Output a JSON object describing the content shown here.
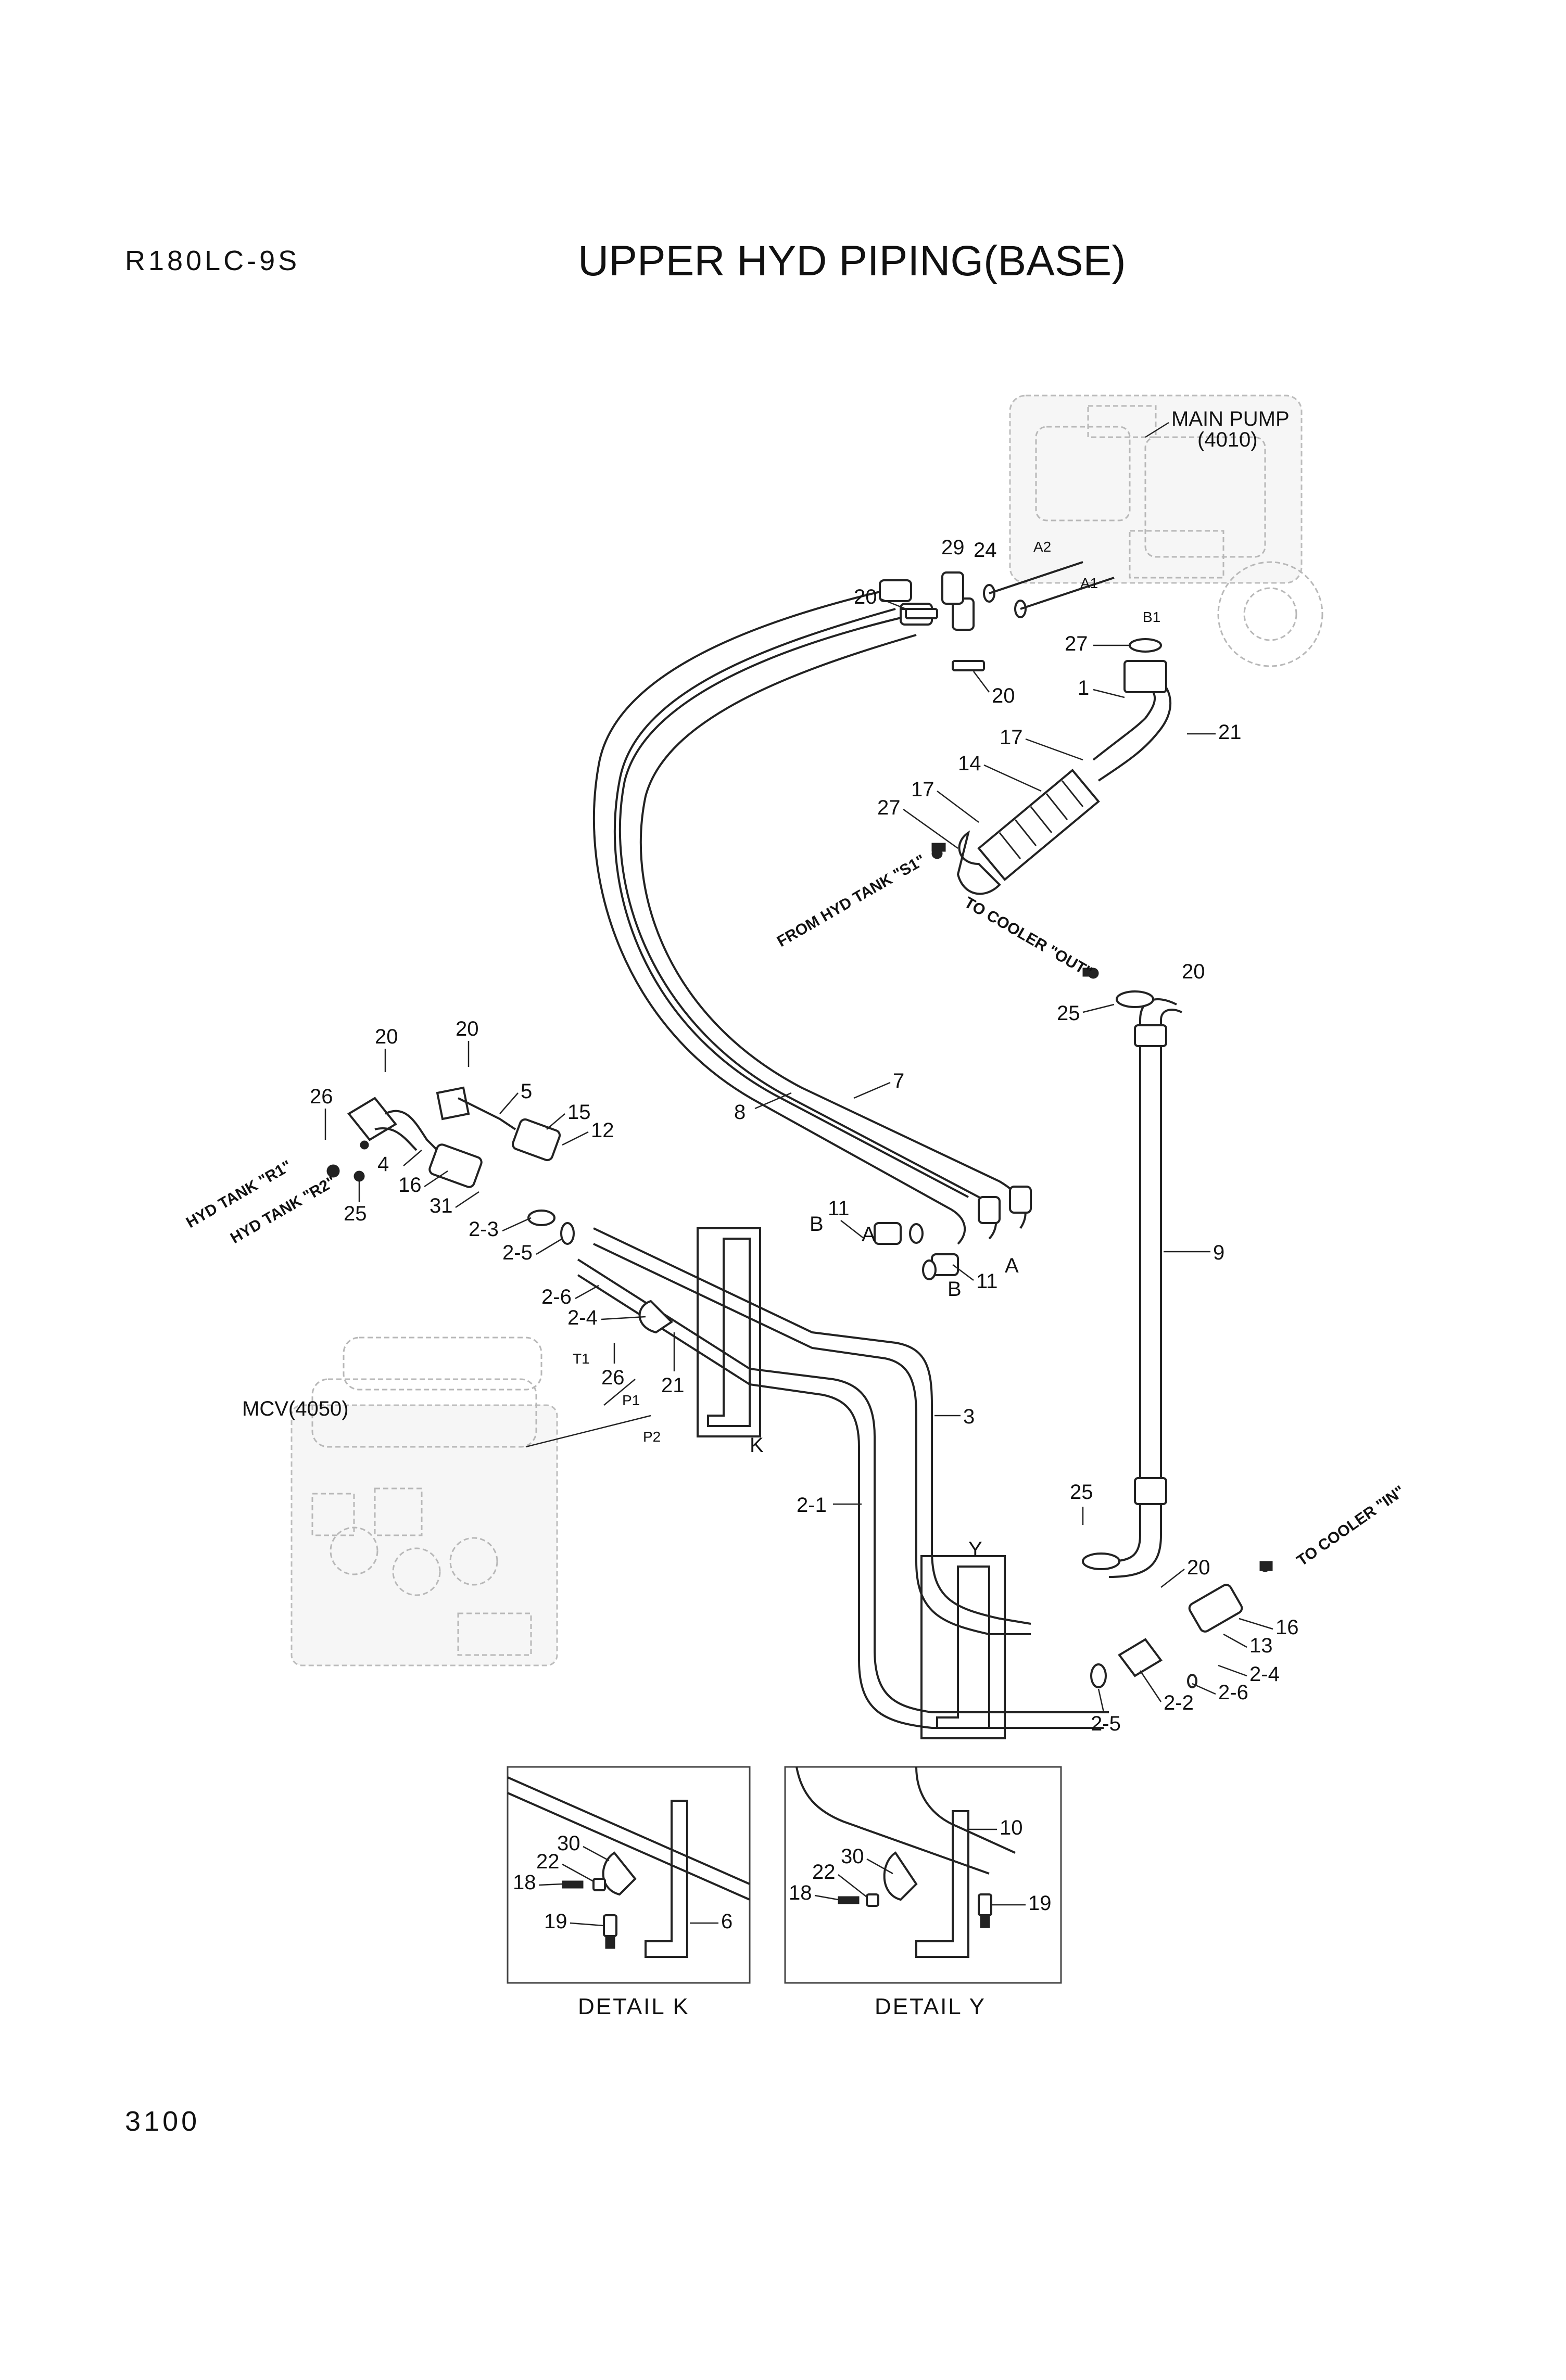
{
  "header": {
    "model": "R180LC-9S",
    "title": "UPPER HYD PIPING(BASE)",
    "page_number": "3100"
  },
  "components": {
    "main_pump": "MAIN PUMP",
    "main_pump_code": "(4010)",
    "mcv": "MCV(4050)"
  },
  "notes": {
    "from_tank_s1": "FROM HYD TANK \"S1\"",
    "to_cooler_out": "TO COOLER \"OUT\"",
    "to_cooler_in": "TO COOLER \"IN\"",
    "hyd_tank_r1": "HYD TANK \"R1\"",
    "hyd_tank_r2": "HYD TANK \"R2\""
  },
  "ports": {
    "a2": "A2",
    "a1": "A1",
    "b1": "B1",
    "t1": "T1",
    "p1": "P1",
    "p2": "P2",
    "a_upper": "A",
    "b_upper": "B",
    "a_lower": "A",
    "b_lower": "B",
    "k": "K",
    "y": "Y"
  },
  "callouts": {
    "n29": "29",
    "n24": "24",
    "n20_pump": "20",
    "n20_pump_lower": "20",
    "n27_pump": "27",
    "n1": "1",
    "n21_pump": "21",
    "n17_top": "17",
    "n14": "14",
    "n17_mid": "17",
    "n27_mid": "27",
    "n20_cooler": "20",
    "n25_cooler": "25",
    "n9": "9",
    "n8": "8",
    "n7": "7",
    "n20_left_a": "20",
    "n20_left_b": "20",
    "n26_left": "26",
    "n5": "5",
    "n15": "15",
    "n12": "12",
    "n4": "4",
    "n16_left": "16",
    "n25_left": "25",
    "n31": "31",
    "n2_3": "2-3",
    "n2_5_left": "2-5",
    "n2_6_left": "2-6",
    "n2_4_left": "2-4",
    "n26_mcv": "26",
    "n21_mcv": "21",
    "n11_upper": "11",
    "n11_lower": "11",
    "n3": "3",
    "n2_1": "2-1",
    "n25_lower": "25",
    "n20_lower": "20",
    "n16_right": "16",
    "n13": "13",
    "n2_4_right": "2-4",
    "n2_6_right": "2-6",
    "n2_2": "2-2",
    "n2_5_right": "2-5"
  },
  "details": {
    "k": {
      "label": "DETAIL K",
      "callouts": {
        "n30": "30",
        "n22": "22",
        "n18": "18",
        "n19": "19",
        "n6": "6"
      }
    },
    "y": {
      "label": "DETAIL Y",
      "callouts": {
        "n10": "10",
        "n30": "30",
        "n22": "22",
        "n18": "18",
        "n19": "19"
      }
    }
  }
}
